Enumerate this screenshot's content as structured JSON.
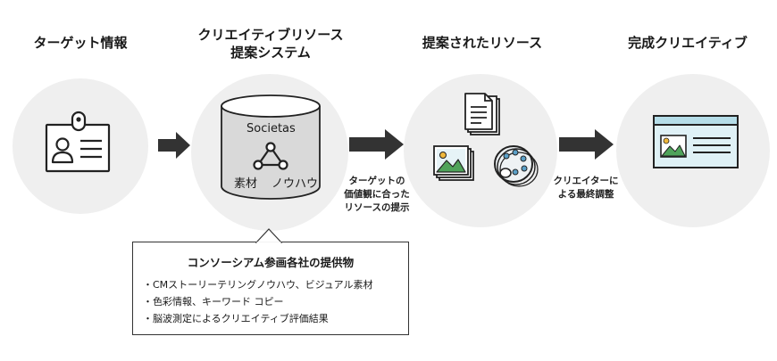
{
  "stages": {
    "target_info": {
      "title": "ターゲット情報"
    },
    "creative_system": {
      "title_line1": "クリエイティブリソース",
      "title_line2": "提案システム",
      "db_name": "Societas",
      "label_material": "素材",
      "label_knowhow": "ノウハウ"
    },
    "proposed_resources": {
      "title": "提案されたリソース"
    },
    "final_creative": {
      "title": "完成クリエイティブ"
    }
  },
  "arrows": {
    "second": {
      "line1": "ターゲットの",
      "line2": "価値観に合った",
      "line3": "リソースの提示"
    },
    "third": {
      "line1": "クリエイターに",
      "line2": "よる最終調整"
    }
  },
  "callout": {
    "title": "コンソーシアム参画各社の提供物",
    "items": [
      "・CMストーリーテリングノウハウ、ビジュアル素材",
      "・色彩情報、キーワード コピー",
      "・脳波測定によるクリエイティブ評価結果"
    ]
  },
  "colors": {
    "circle": "#efefef",
    "arrow": "#333333",
    "db_fill": "#d9d9d9",
    "card_fill": "#dff1f6",
    "card_header": "#b5dde8"
  }
}
